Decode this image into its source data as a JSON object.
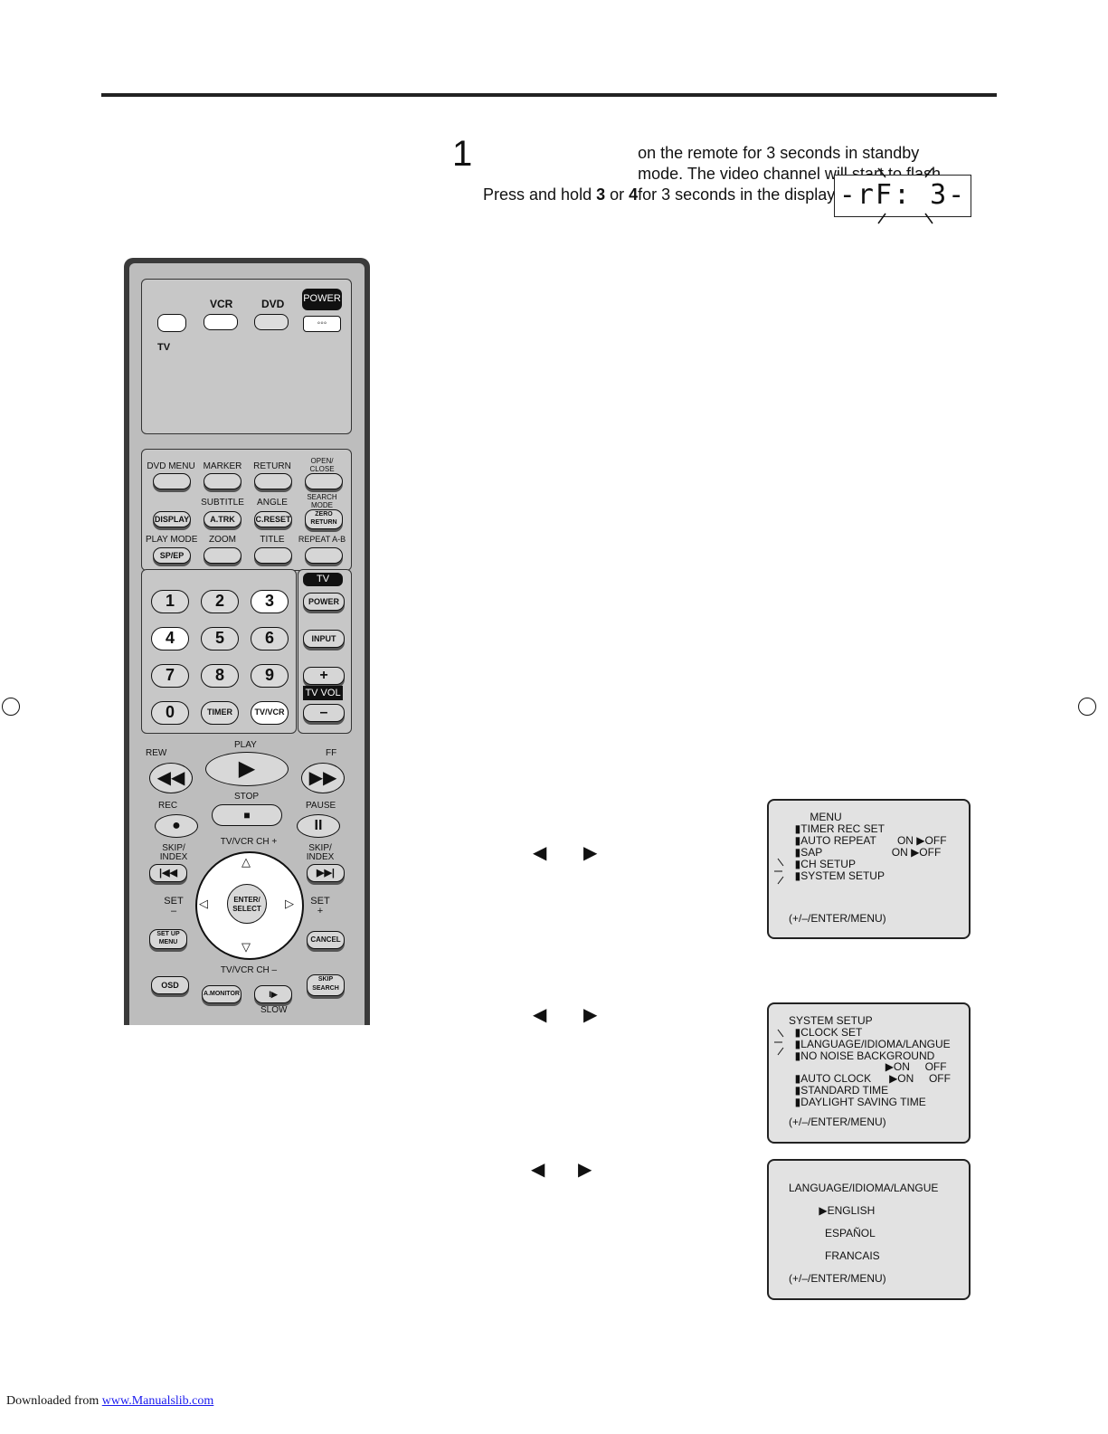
{
  "step": {
    "number": "1",
    "text_1": "Press and hold ",
    "key_a": "3",
    "text_or": " or ",
    "key_b": "4",
    "text_2": " on the remote for 3 seconds in standby mode. The video channel will start to flash for 3 seconds in the display window."
  },
  "display_window": "-rF: 3-",
  "remote": {
    "top_labels": {
      "vcr": "VCR",
      "dvd": "DVD",
      "power": "POWER",
      "tv": "TV"
    },
    "row1": [
      "DVD MENU",
      "MARKER",
      "RETURN",
      "OPEN/ CLOSE"
    ],
    "row2_labels": [
      "SUBTITLE",
      "ANGLE",
      "SEARCH MODE"
    ],
    "row2_buttons": [
      "DISPLAY",
      "A.TRK",
      "C.RESET",
      "ZERO RETURN"
    ],
    "row3_labels": [
      "PLAY MODE",
      "ZOOM",
      "TITLE",
      "REPEAT A-B"
    ],
    "row3_buttons": [
      "SP/EP"
    ],
    "numbers": [
      "1",
      "2",
      "3",
      "4",
      "5",
      "6",
      "7",
      "8",
      "9",
      "0"
    ],
    "timer": "TIMER",
    "tvvcr": "TV/VCR",
    "tv_side": {
      "tv": "TV",
      "power": "POWER",
      "input": "INPUT",
      "plus": "+",
      "vol": "TV VOL",
      "minus": "–"
    },
    "transport": {
      "rew": "REW",
      "play": "PLAY",
      "ff": "FF",
      "rec": "REC",
      "stop": "STOP",
      "pause": "PAUSE"
    },
    "nav": {
      "skip_l": "SKIP/ INDEX",
      "skip_r": "SKIP/ INDEX",
      "ch_up": "TV/VCR CH +",
      "ch_down": "TV/VCR CH –",
      "set_minus": "SET –",
      "set_plus": "SET +",
      "enter": "ENTER/ SELECT",
      "setup": "SET UP MENU",
      "cancel": "CANCEL"
    },
    "bottom": {
      "osd": "OSD",
      "amonitor": "A.MONITOR",
      "slow": "SLOW",
      "skip_search": "SKIP SEARCH"
    }
  },
  "screens": [
    {
      "lines": [
        "       MENU",
        "  ▮TIMER REC SET",
        "  ▮AUTO REPEAT       ON ▶OFF",
        "  ▮SAP                       ON ▶OFF",
        "  ▮CH SETUP",
        "  ▮SYSTEM SETUP",
        "",
        "",
        "(+/–/ENTER/MENU)"
      ]
    },
    {
      "lines": [
        "SYSTEM SETUP",
        "  ▮CLOCK SET",
        "  ▮LANGUAGE/IDIOMA/LANGUE",
        "  ▮NO NOISE BACKGROUND",
        "                                ▶ON     OFF",
        "  ▮AUTO CLOCK      ▶ON     OFF",
        "  ▮STANDARD TIME",
        "  ▮DAYLIGHT SAVING TIME",
        "",
        "(+/–/ENTER/MENU)"
      ]
    },
    {
      "lines": [
        "LANGUAGE/IDIOMA/LANGUE",
        "",
        "          ▶ENGLISH",
        "",
        "            ESPAÑOL",
        "",
        "            FRANCAIS",
        "",
        "(+/–/ENTER/MENU)"
      ]
    }
  ],
  "arrows": {
    "left": "◀",
    "right": "▶"
  },
  "footer": {
    "prefix": "Downloaded from ",
    "link": "www.Manualslib.com"
  }
}
